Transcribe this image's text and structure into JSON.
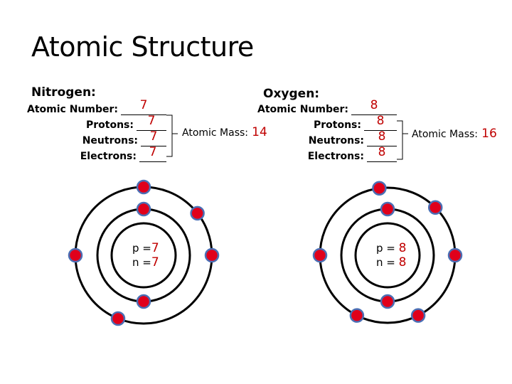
{
  "title": "Atomic Structure",
  "labels": {
    "atomic_number": "Atomic Number:",
    "protons": "Protons:",
    "neutrons": "Neutrons:",
    "electrons": "Electrons:",
    "atomic_mass": "Atomic Mass:",
    "p_eq": "p =",
    "n_eq": "n ="
  },
  "nitrogen": {
    "heading": "Nitrogen:",
    "atomic_number": "7",
    "protons": "7",
    "neutrons": "7",
    "electrons": "7",
    "atomic_mass": "14",
    "nucleus_p": "7",
    "nucleus_n": "7",
    "shells": [
      2,
      5
    ]
  },
  "oxygen": {
    "heading": "Oxygen:",
    "atomic_number": "8",
    "protons": "8",
    "neutrons": "8",
    "electrons": "8",
    "atomic_mass": "16",
    "nucleus_p": "8",
    "nucleus_n": "8",
    "shells": [
      2,
      6
    ]
  },
  "colors": {
    "value_red": "#c00000",
    "electron_fill": "#e0001b",
    "electron_border": "#4a6fb5"
  }
}
